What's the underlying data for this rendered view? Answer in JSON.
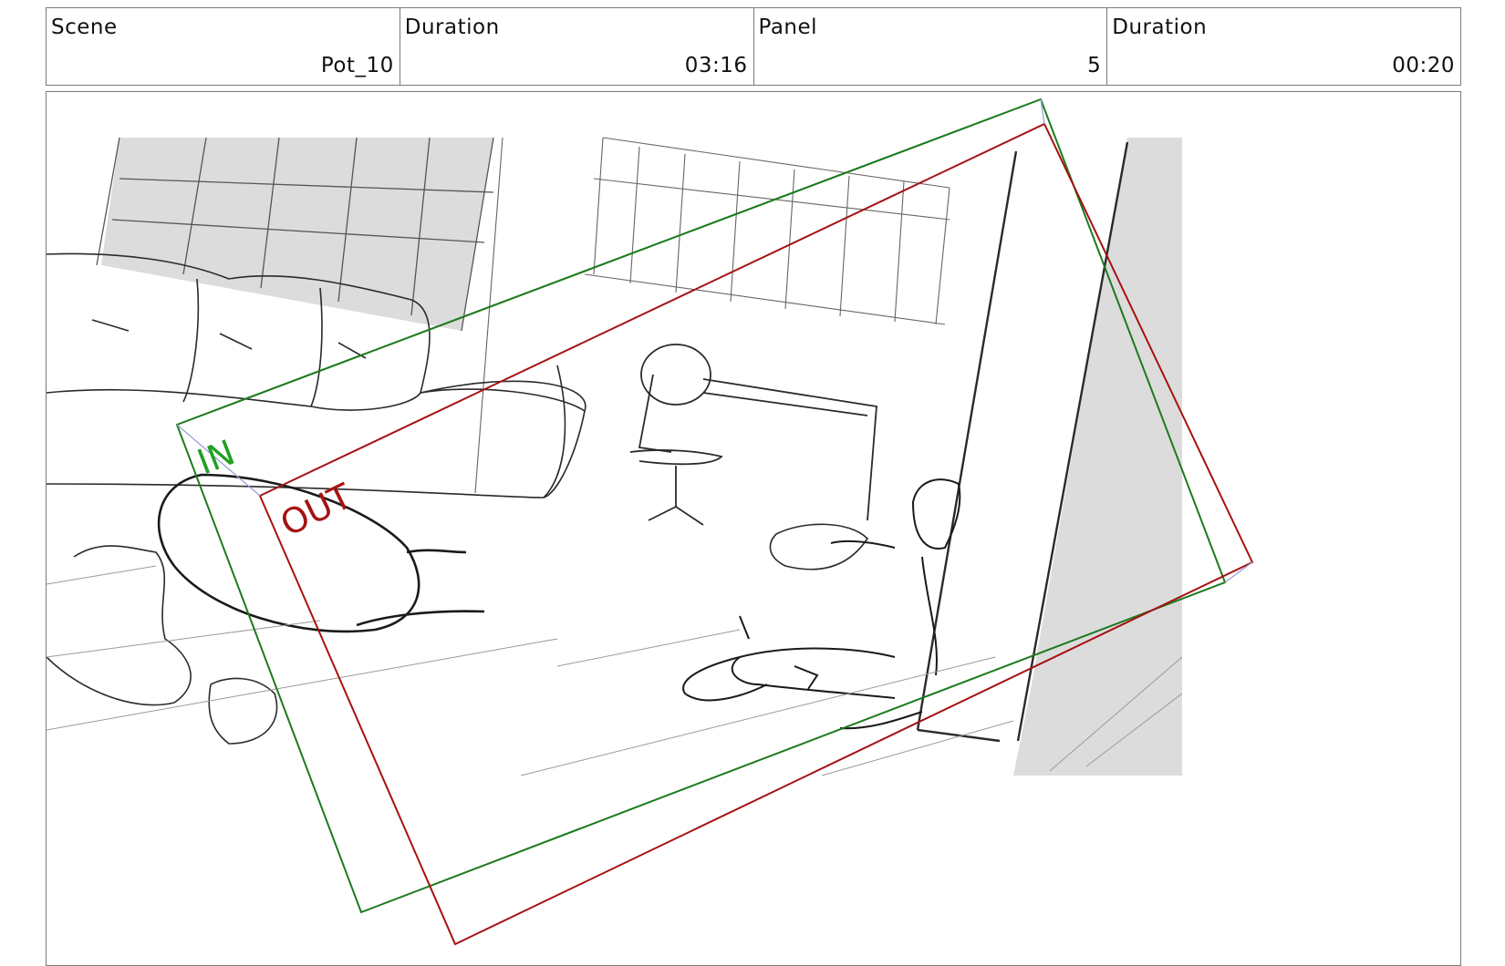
{
  "header": {
    "scene": {
      "label": "Scene",
      "value": "Pot_10"
    },
    "scene_duration": {
      "label": "Duration",
      "value": "03:16"
    },
    "panel": {
      "label": "Panel",
      "value": "5"
    },
    "panel_duration": {
      "label": "Duration",
      "value": "00:20"
    }
  },
  "camera": {
    "in_label": "IN",
    "out_label": "OUT",
    "in_color": "#1d7a1d",
    "out_color": "#a51212"
  },
  "colors": {
    "border": "#7a7a7a",
    "sketch": "#2a2a2a",
    "shade": "#dcdcdc"
  }
}
